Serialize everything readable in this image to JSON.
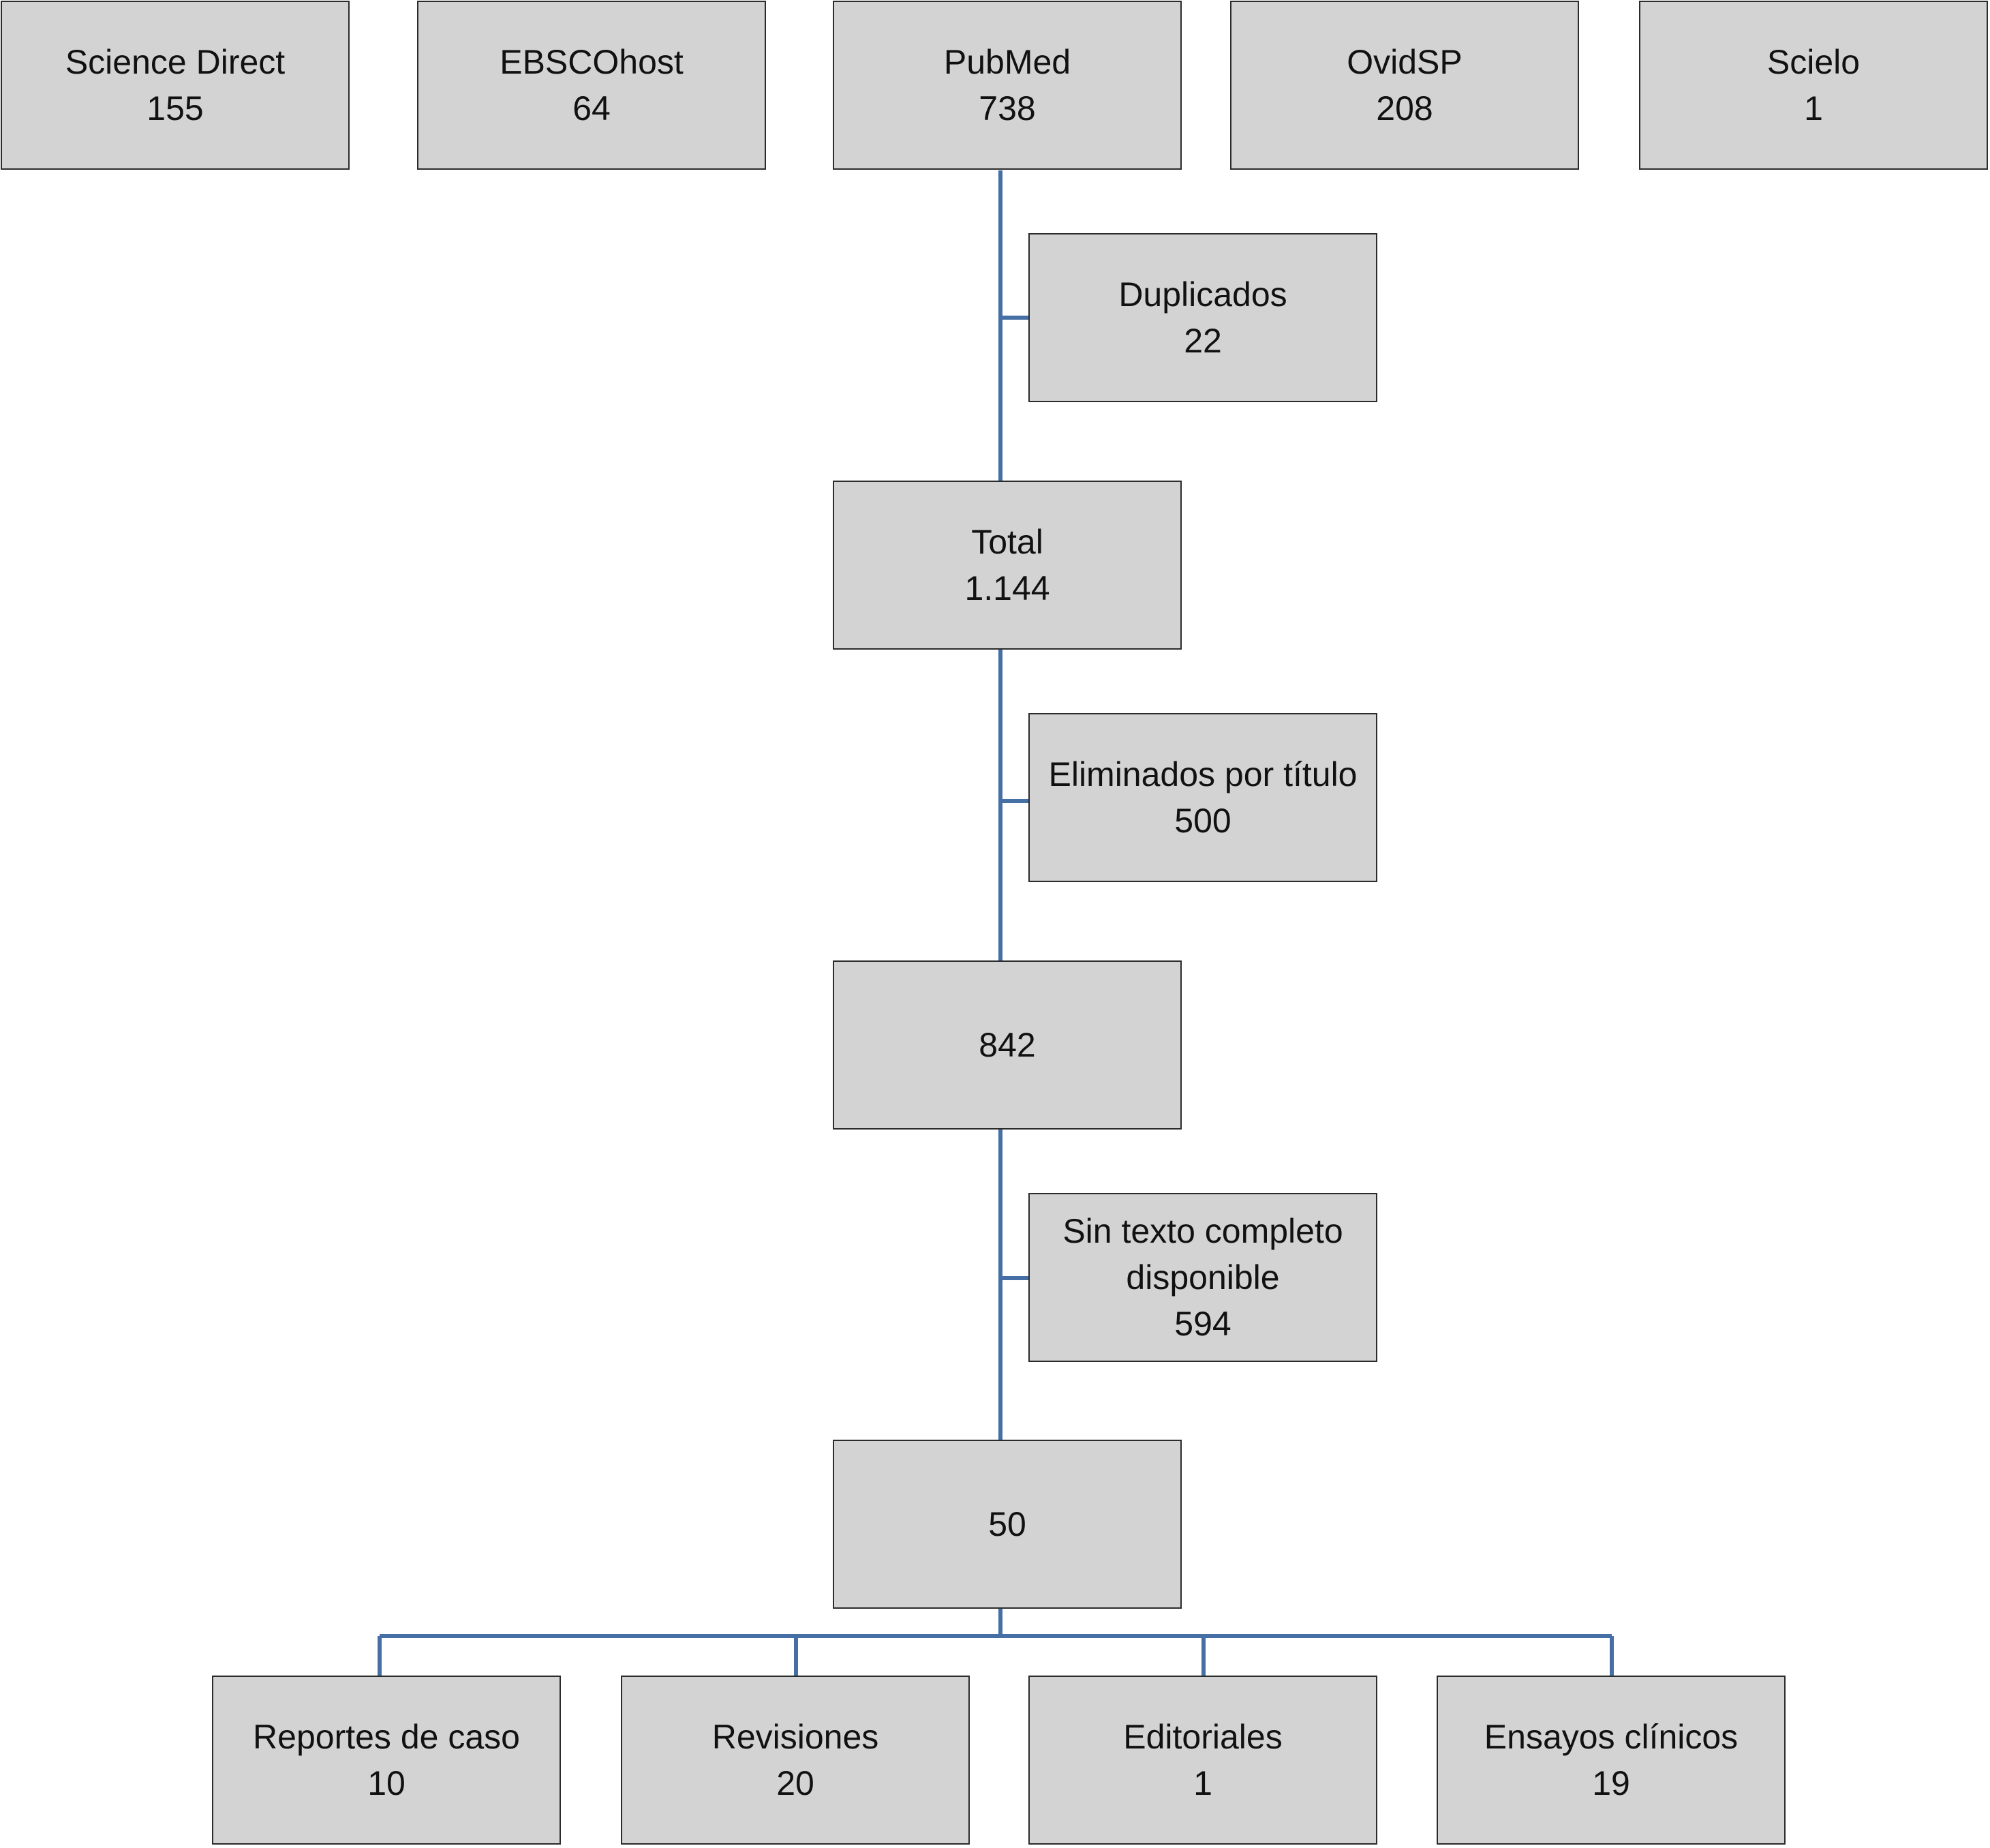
{
  "sources": [
    {
      "label": "Science Direct",
      "count": "155"
    },
    {
      "label": "EBSCOhost",
      "count": "64"
    },
    {
      "label": "PubMed",
      "count": "738"
    },
    {
      "label": "OvidSP",
      "count": "208"
    },
    {
      "label": "Scielo",
      "count": "1"
    }
  ],
  "duplicates": {
    "label": "Duplicados",
    "count": "22"
  },
  "total": {
    "label": "Total",
    "count": "1.144"
  },
  "removed_by_title": {
    "label": "Eliminados por título",
    "count": "500"
  },
  "after_title": {
    "count": "842"
  },
  "no_full_text": {
    "label_line1": "Sin texto completo",
    "label_line2": "disponible",
    "count": "594"
  },
  "final": {
    "count": "50"
  },
  "categories": [
    {
      "label": "Reportes de caso",
      "count": "10"
    },
    {
      "label": "Revisiones",
      "count": "20"
    },
    {
      "label": "Editoriales",
      "count": "1"
    },
    {
      "label": "Ensayos clínicos",
      "count": "19"
    }
  ],
  "colors": {
    "box_fill": "#d3d3d3",
    "box_border": "#2b2b2b",
    "connector": "#4670a5"
  }
}
